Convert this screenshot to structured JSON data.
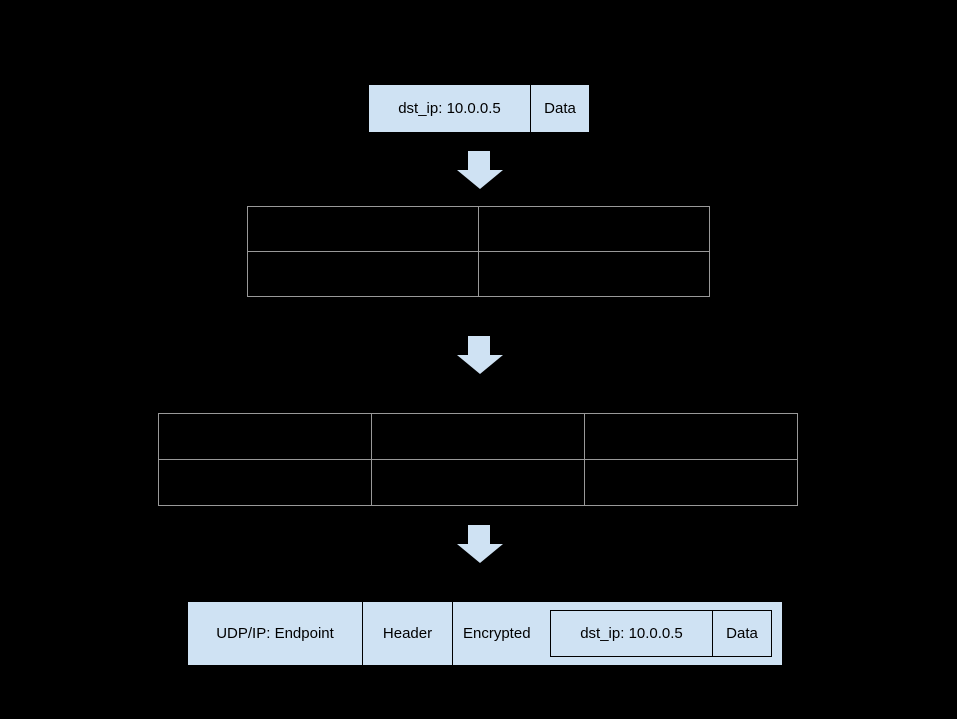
{
  "colors": {
    "background": "#000000",
    "packet_fill": "#cfe2f3",
    "packet_border": "#000000",
    "table_border": "#999999",
    "arrow_fill": "#cfe2f3",
    "text": "#000000"
  },
  "inner_packet": {
    "cells": [
      {
        "label": "dst_ip: 10.0.0.5"
      },
      {
        "label": "Data"
      }
    ]
  },
  "tunnel_table": {
    "rows": 2,
    "cols": 2,
    "cells": [
      [
        "",
        ""
      ],
      [
        "",
        ""
      ]
    ]
  },
  "transport_table": {
    "rows": 2,
    "cols": 3,
    "cells": [
      [
        "",
        "",
        ""
      ],
      [
        "",
        "",
        ""
      ]
    ]
  },
  "outer_packet": {
    "cells": [
      {
        "label": "UDP/IP: Endpoint"
      },
      {
        "label": "Header"
      },
      {
        "label": "Encrypted"
      }
    ],
    "nested_packet": {
      "cells": [
        {
          "label": "dst_ip: 10.0.0.5"
        },
        {
          "label": "Data"
        }
      ]
    }
  },
  "arrows": [
    {
      "name": "down-arrow"
    },
    {
      "name": "down-arrow"
    },
    {
      "name": "down-arrow"
    }
  ]
}
